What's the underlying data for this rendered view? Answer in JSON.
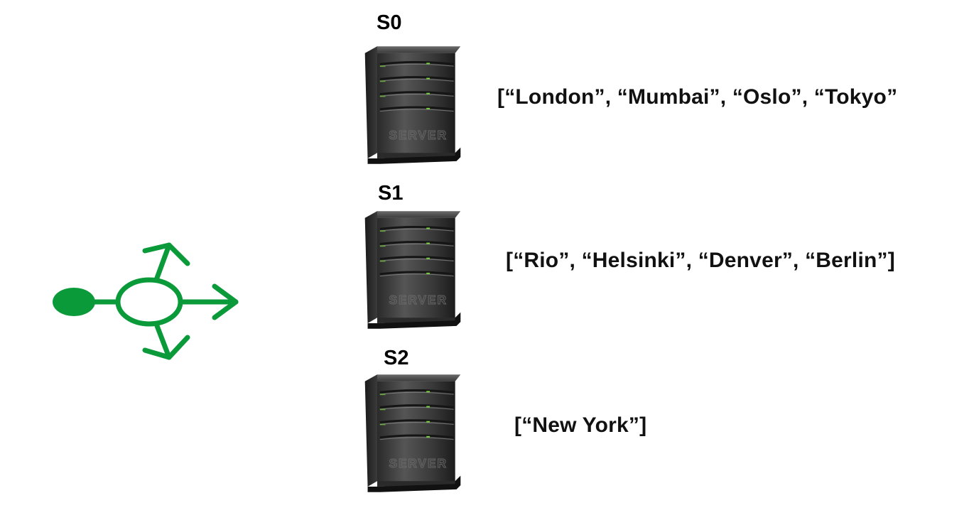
{
  "router": {
    "icon": "load-balancer-icon",
    "color": "#0a9a3a"
  },
  "servers": [
    {
      "name": "S0",
      "data": "[“London”, “Mumbai”, “Oslo”, “Tokyo”"
    },
    {
      "name": "S1",
      "data": "[“Rio”, “Helsinki”, “Denver”, “Berlin”]"
    },
    {
      "name": "S2",
      "data": "[“New York”]"
    }
  ],
  "server_icon": {
    "icon": "server-tower-icon",
    "face_text": "SERVER",
    "led_color": "#7bd63a"
  }
}
